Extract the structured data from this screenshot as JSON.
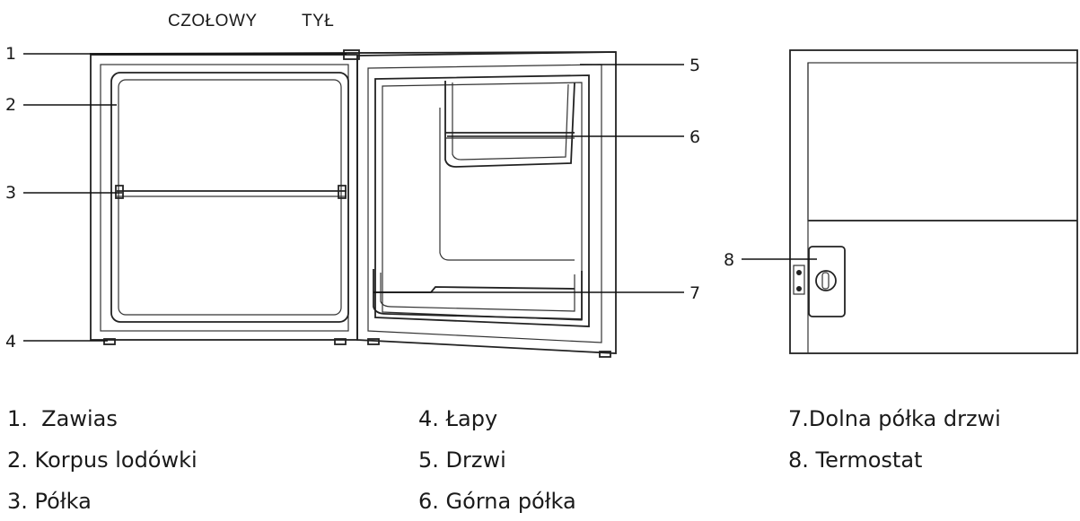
{
  "headings": {
    "front": "CZOŁOWY",
    "back": "TYŁ"
  },
  "callouts": [
    "1",
    "2",
    "3",
    "4",
    "5",
    "6",
    "7",
    "8"
  ],
  "legend": [
    {
      "num": "1.",
      "text": "Zawias"
    },
    {
      "num": "2.",
      "text": "Korpus lodówki"
    },
    {
      "num": "3.",
      "text": "Półka"
    },
    {
      "num": "4.",
      "text": "Łapy"
    },
    {
      "num": "5.",
      "text": "Drzwi"
    },
    {
      "num": "6.",
      "text": "Górna półka"
    },
    {
      "num": "7.",
      "text": "Dolna półka drzwi"
    },
    {
      "num": "8.",
      "text": "Termostat"
    }
  ]
}
